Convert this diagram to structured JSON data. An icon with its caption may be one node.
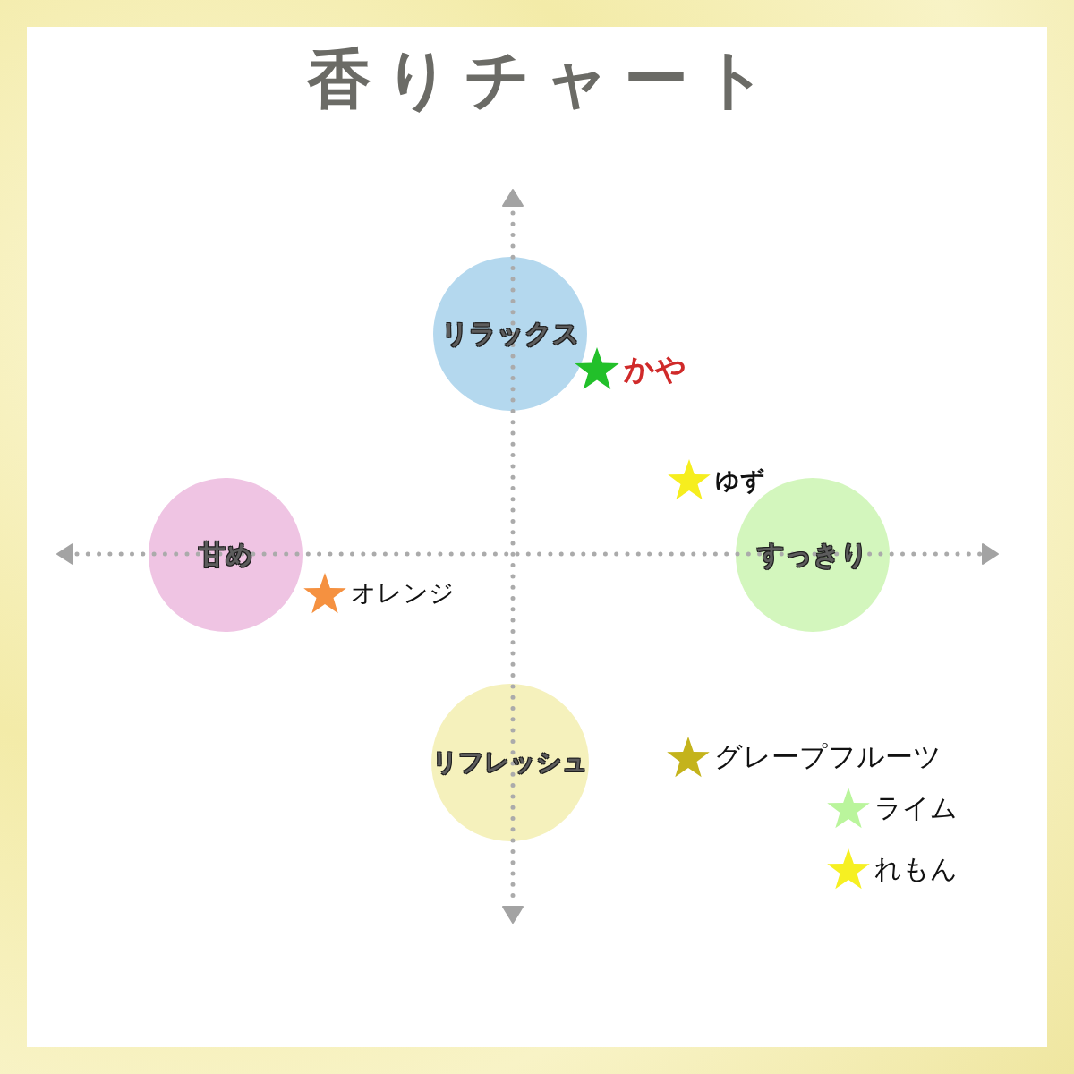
{
  "diagram": {
    "title": "香りチャート",
    "nodes": [
      {
        "text": [
          "リラックス"
        ]
      },
      {
        "text": [
          "甘め"
        ]
      },
      {
        "text": [
          "すっきり"
        ]
      },
      {
        "text": [
          "リフレッシュ"
        ]
      },
      {
        "text": [],
        "shape": "star",
        "beside": [
          "かや"
        ]
      },
      {
        "text": [],
        "shape": "star",
        "beside": [
          "ゆず"
        ]
      },
      {
        "text": [],
        "shape": "star",
        "beside": [
          "オレンジ"
        ]
      },
      {
        "text": [],
        "shape": "star",
        "beside": [
          "グレープフルーツ"
        ]
      },
      {
        "text": [],
        "shape": "star",
        "beside": [
          "ライム"
        ]
      },
      {
        "text": [],
        "shape": "star",
        "beside": [
          "れもん"
        ]
      }
    ]
  }
}
